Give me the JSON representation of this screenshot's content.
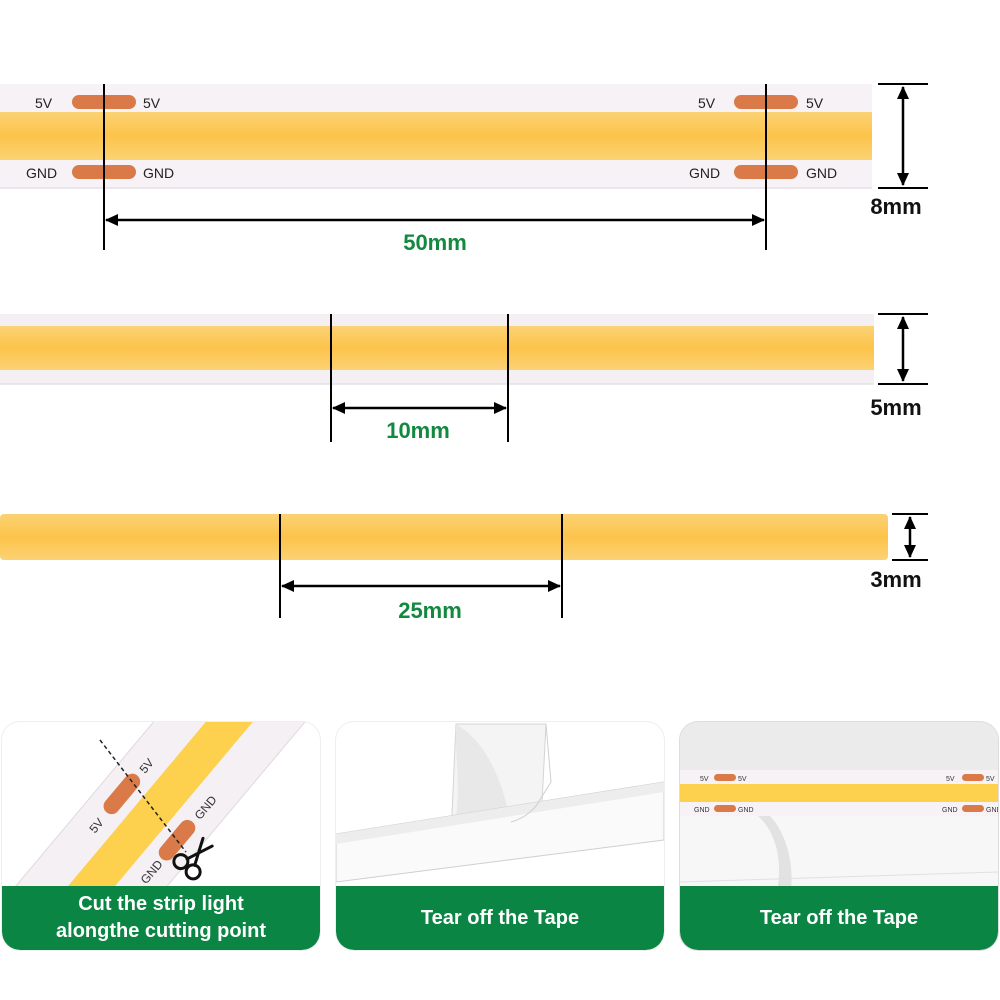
{
  "strip_8mm": {
    "pad_labels": {
      "v": "5V",
      "gnd": "GND"
    },
    "segment_length": "50mm",
    "width": "8mm"
  },
  "strip_5mm": {
    "segment_length": "10mm",
    "width": "5mm"
  },
  "strip_3mm": {
    "segment_length": "25mm",
    "width": "3mm"
  },
  "steps": [
    {
      "caption_line1": "Cut the strip light",
      "caption_line2": "alongthe cutting point"
    },
    {
      "caption": "Tear off the Tape"
    },
    {
      "caption": "Tear off the Tape"
    }
  ],
  "inset_labels": {
    "v": "5V",
    "gnd": "GND"
  },
  "icons": [
    "scissors-icon"
  ],
  "colors": {
    "led_yellow": "#fdc94e",
    "pad_copper": "#d97a48",
    "dimension_green": "#13883f",
    "caption_green": "#0a8544",
    "pcb_white": "#f6f2f6"
  }
}
